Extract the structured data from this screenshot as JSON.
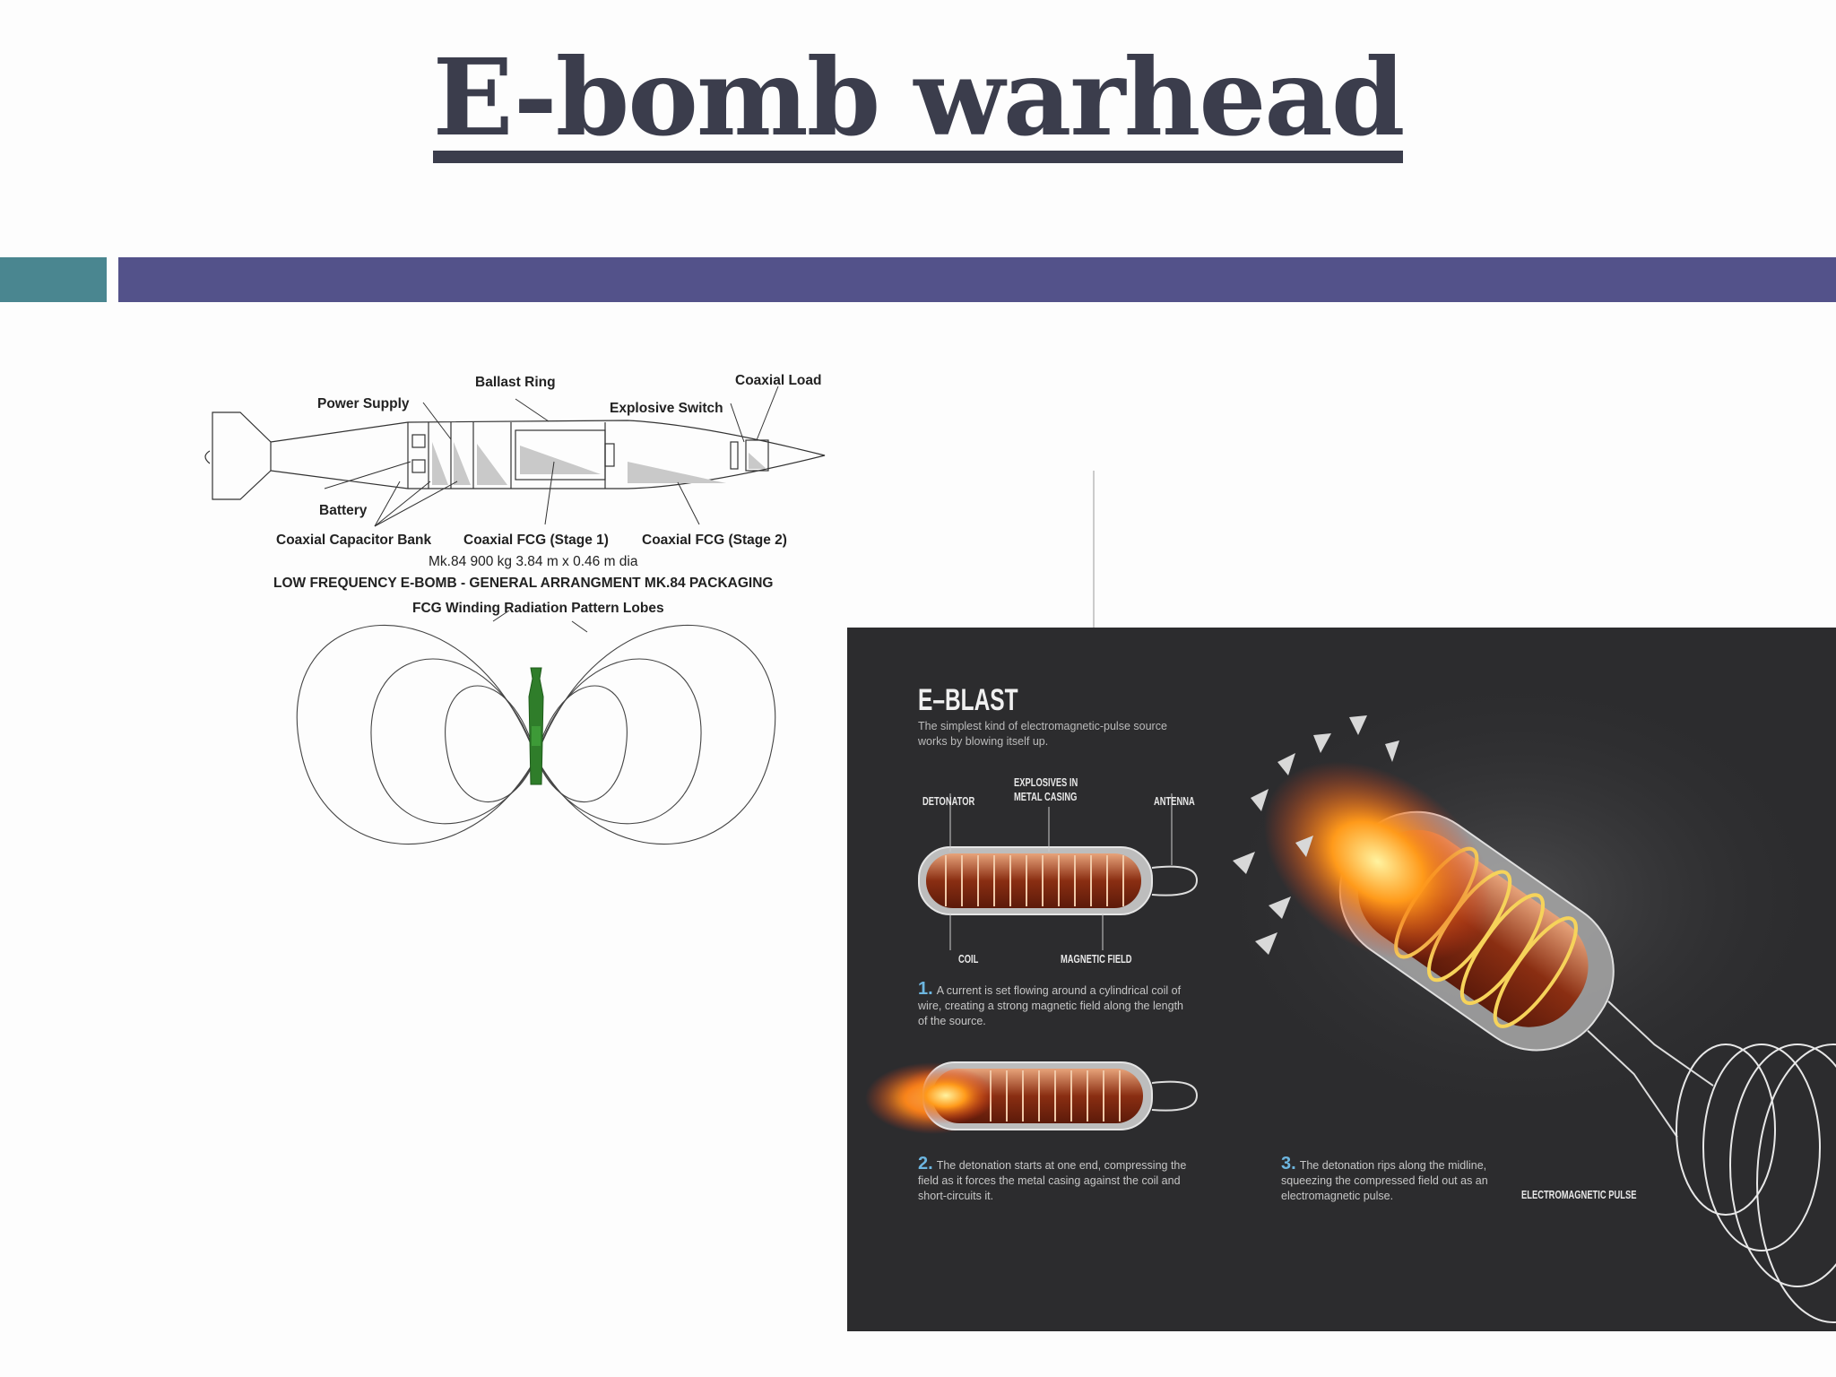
{
  "slide": {
    "title": "E-bomb warhead"
  },
  "bomb_diagram": {
    "labels": {
      "ballast_ring": "Ballast Ring",
      "coaxial_load": "Coaxial Load",
      "power_supply": "Power Supply",
      "explosive_switch": "Explosive Switch",
      "battery": "Battery",
      "capacitor_bank": "Coaxial Capacitor Bank",
      "fcg_stage1": "Coaxial FCG (Stage 1)",
      "fcg_stage2": "Coaxial FCG (Stage 2)",
      "specs": "Mk.84 900 kg 3.84 m x 0.46 m dia",
      "heading": "LOW FREQUENCY E-BOMB - GENERAL ARRANGMENT MK.84 PACKAGING",
      "radiation": "FCG Winding Radiation Pattern Lobes"
    }
  },
  "eblast": {
    "title": "E–BLAST",
    "subtitle": "The simplest kind of electromagnetic-pulse source works by blowing itself up.",
    "labels": {
      "detonator": "DETONATOR",
      "explosives": "EXPLOSIVES IN\nMETAL CASING",
      "antenna": "ANTENNA",
      "coil": "COIL",
      "magnetic_field": "MAGNETIC FIELD",
      "pulse": "ELECTROMAGNETIC PULSE"
    },
    "steps": [
      {
        "num": "1.",
        "text": "A current is set flowing around a cylindrical coil of wire, creating a strong magnetic field along the length of the source."
      },
      {
        "num": "2.",
        "text": "The detonation starts at one end, compressing the field as it forces the metal casing against the coil and short-circuits it."
      },
      {
        "num": "3.",
        "text": "The detonation rips along the midline, squeezing the compressed field out as an electromagnetic pulse."
      }
    ]
  }
}
